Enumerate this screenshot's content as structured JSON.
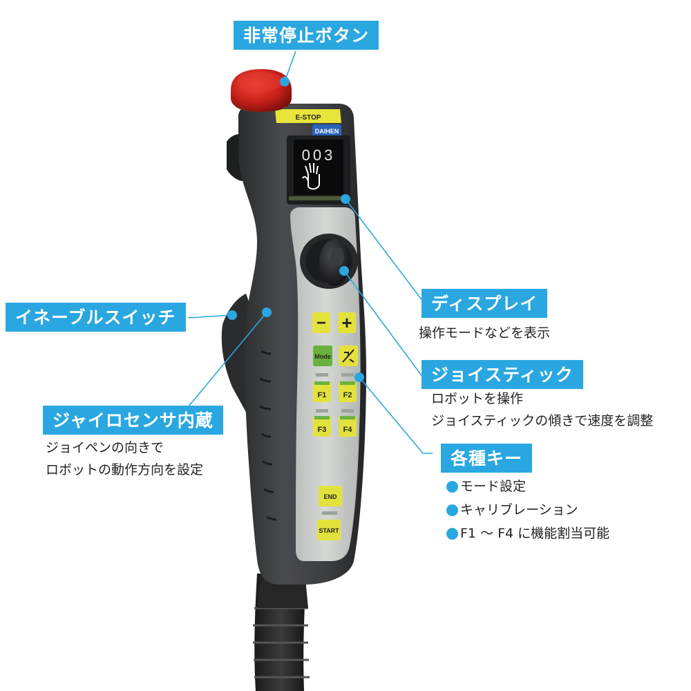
{
  "device": {
    "estop_label": "E-STOP",
    "brand_logo": "DAIHEN",
    "screen_counter": "003",
    "screen_icon": "hand-icon",
    "key_minus": "−",
    "key_plus": "+",
    "key_mode": "Mode",
    "key_calib_icon": "calibration-icon",
    "key_f1": "F1",
    "key_f2": "F2",
    "key_f3": "F3",
    "key_f4": "F4",
    "key_end": "END",
    "key_start": "START"
  },
  "callouts": {
    "estop": {
      "title": "非常停止ボタン"
    },
    "display": {
      "title": "ディスプレイ",
      "desc": [
        "操作モードなどを表示"
      ]
    },
    "enable_switch": {
      "title": "イネーブルスイッチ"
    },
    "joystick": {
      "title": "ジョイスティック",
      "desc": [
        "ロボットを操作",
        "ジョイスティックの傾きで速度を調整"
      ]
    },
    "gyro": {
      "title": "ジャイロセンサ内蔵",
      "desc": [
        "ジョイペンの向きで",
        "ロボットの動作方向を設定"
      ]
    },
    "keys": {
      "title": "各種キー",
      "bullets": [
        "モード設定",
        "キャリブレーション",
        "F1 ～ F4 に機能割当可能"
      ]
    }
  },
  "colors": {
    "accent_blue": "#2aa7e0",
    "estop_red": "#c8201a",
    "key_yellow": "#e3e23c",
    "key_green": "#6ab23e",
    "body_dark": "#3a3b3d",
    "panel_gray": "#c9cbc9"
  }
}
